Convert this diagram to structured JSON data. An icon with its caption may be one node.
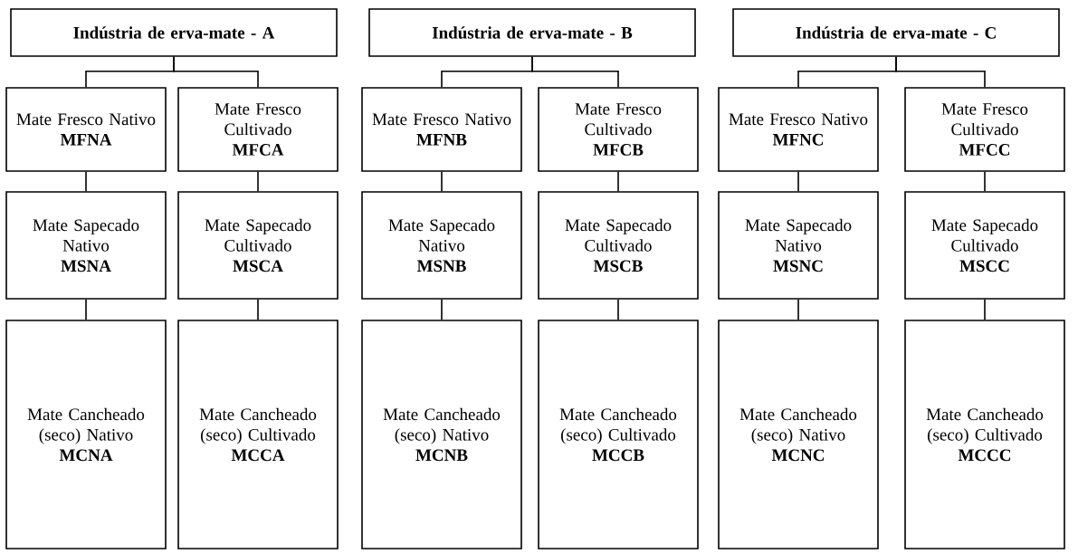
{
  "diagram": {
    "nodes": [
      {
        "text": [
          "Indústria de erva-mate - A"
        ]
      },
      {
        "text": [
          "Indústria de erva-mate - B"
        ]
      },
      {
        "text": [
          "Indústria de erva-mate - C"
        ]
      },
      {
        "text": [
          "Mate Fresco Nativo",
          "MFNA"
        ]
      },
      {
        "text": [
          "Mate Fresco Cultivado",
          "MFCA"
        ]
      },
      {
        "text": [
          "Mate Fresco Nativo",
          "MFNB"
        ]
      },
      {
        "text": [
          "Mate Fresco Cultivado",
          "MFCB"
        ]
      },
      {
        "text": [
          "Mate Fresco Nativo",
          "MFNC"
        ]
      },
      {
        "text": [
          "Mate Fresco Cultivado",
          "MFCC"
        ]
      },
      {
        "text": [
          "Mate Sapecado Nativo",
          "MSNA"
        ]
      },
      {
        "text": [
          "Mate Sapecado Cultivado",
          "MSCA"
        ]
      },
      {
        "text": [
          "Mate Sapecado Nativo",
          "MSNB"
        ]
      },
      {
        "text": [
          "Mate Sapecado Cultivado",
          "MSCB"
        ]
      },
      {
        "text": [
          "Mate Sapecado Nativo",
          "MSNC"
        ]
      },
      {
        "text": [
          "Mate Sapecado Cultivado",
          "MSCC"
        ]
      },
      {
        "text": [
          "Mate Cancheado (seco) Nativo",
          "MCNA"
        ]
      },
      {
        "text": [
          "Mate Cancheado (seco) Cultivado",
          "MCCA"
        ]
      },
      {
        "text": [
          "Mate Cancheado (seco) Nativo",
          "MCNB"
        ]
      },
      {
        "text": [
          "Mate Cancheado (seco) Cultivado",
          "MCCB"
        ]
      },
      {
        "text": [
          "Mate Cancheado (seco) Nativo",
          "MCNC"
        ]
      },
      {
        "text": [
          "Mate Cancheado (seco) Cultivado",
          "MCCC"
        ]
      }
    ],
    "edges": [
      {
        "from": 0,
        "to": 3,
        "arrow": "none"
      },
      {
        "from": 0,
        "to": 4,
        "arrow": "none"
      },
      {
        "from": 1,
        "to": 5,
        "arrow": "none"
      },
      {
        "from": 1,
        "to": 6,
        "arrow": "none"
      },
      {
        "from": 2,
        "to": 7,
        "arrow": "none"
      },
      {
        "from": 2,
        "to": 8,
        "arrow": "none"
      },
      {
        "from": 3,
        "to": 9,
        "arrow": "none"
      },
      {
        "from": 4,
        "to": 10,
        "arrow": "none"
      },
      {
        "from": 5,
        "to": 11,
        "arrow": "none"
      },
      {
        "from": 6,
        "to": 12,
        "arrow": "none"
      },
      {
        "from": 7,
        "to": 13,
        "arrow": "none"
      },
      {
        "from": 8,
        "to": 14,
        "arrow": "none"
      },
      {
        "from": 9,
        "to": 15,
        "arrow": "none"
      },
      {
        "from": 10,
        "to": 16,
        "arrow": "none"
      },
      {
        "from": 11,
        "to": 17,
        "arrow": "none"
      },
      {
        "from": 12,
        "to": 18,
        "arrow": "none"
      },
      {
        "from": 13,
        "to": 19,
        "arrow": "none"
      },
      {
        "from": 14,
        "to": 20,
        "arrow": "none"
      }
    ]
  }
}
